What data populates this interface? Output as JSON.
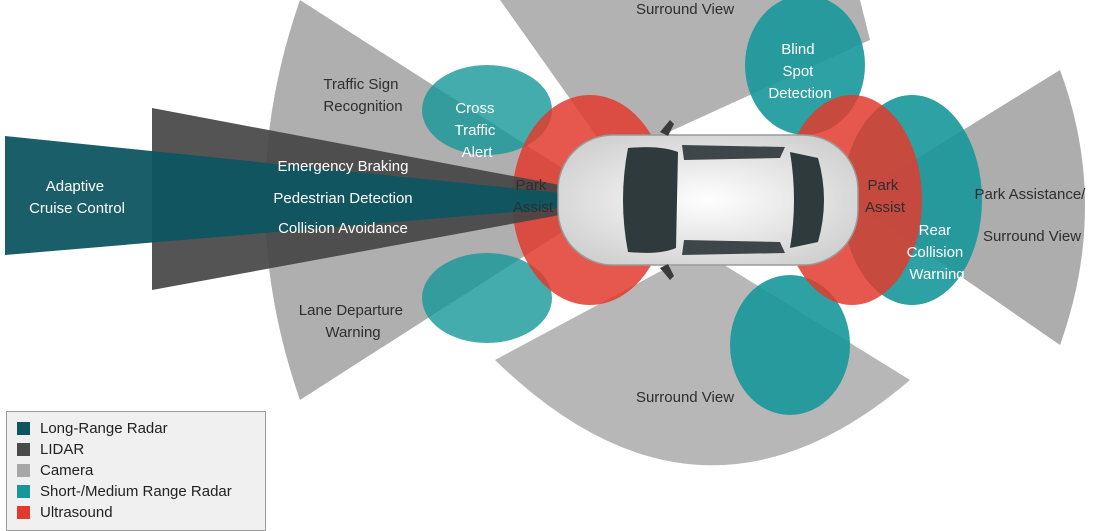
{
  "colors": {
    "long_range_radar": "#0d5560",
    "lidar": "#4a4a4a",
    "camera": "#a7a7a7",
    "short_medium_radar": "#17979a",
    "ultrasound": "#e23b2e"
  },
  "labels": {
    "surround_view_top": "Surround View",
    "blind_spot": [
      "Blind",
      "Spot",
      "Detection"
    ],
    "traffic_sign": [
      "Traffic Sign",
      "Recognition"
    ],
    "cross_traffic": [
      "Cross",
      "Traffic",
      "Alert"
    ],
    "adaptive_cruise": [
      "Adaptive",
      "Cruise Control"
    ],
    "emergency_braking": "Emergency Braking",
    "pedestrian_detection": "Pedestrian Detection",
    "collision_avoidance": "Collision Avoidance",
    "park_assist_front": [
      "Park",
      "Assist"
    ],
    "park_assist_rear": [
      "Park",
      "Assist"
    ],
    "park_assistance_surround": [
      "Park Assistance/",
      "Surround View"
    ],
    "rear_collision": [
      "Rear",
      "Collision",
      "Warning"
    ],
    "lane_departure": [
      "Lane Departure",
      "Warning"
    ],
    "surround_view_bottom": "Surround View"
  },
  "legend": [
    {
      "label": "Long-Range Radar",
      "color": "#0d5560"
    },
    {
      "label": "LIDAR",
      "color": "#4a4a4a"
    },
    {
      "label": "Camera",
      "color": "#a7a7a7"
    },
    {
      "label": "Short-/Medium Range Radar",
      "color": "#17979a"
    },
    {
      "label": "Ultrasound",
      "color": "#e23b2e"
    }
  ]
}
